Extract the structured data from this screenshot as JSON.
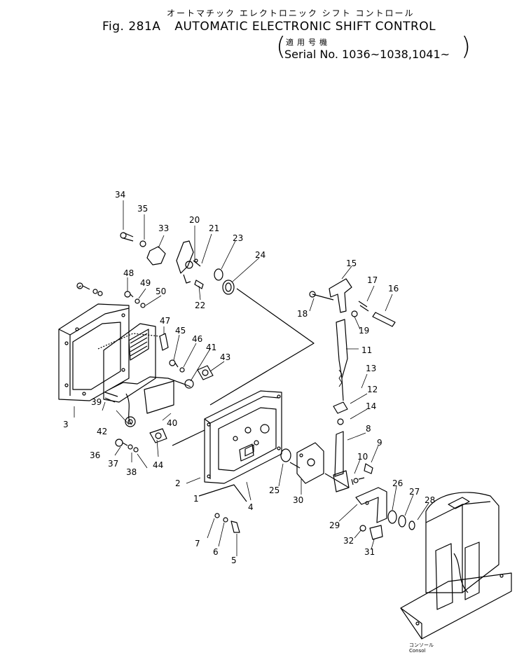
{
  "header": {
    "title_jp": "オートマチック エレクトロニック シフト コントロール",
    "fig_number": "Fig. 281A",
    "title_en": "AUTOMATIC ELECTRONIC SHIFT CONTROL",
    "serial_jp": "適用号機",
    "serial": "Serial No. 1036~1038,1041~"
  },
  "console_label_jp": "コンソール",
  "console_label": "Consol",
  "callouts": [
    "1",
    "2",
    "3",
    "4",
    "5",
    "6",
    "7",
    "8",
    "9",
    "10",
    "11",
    "12",
    "13",
    "14",
    "15",
    "16",
    "17",
    "18",
    "19",
    "20",
    "21",
    "22",
    "23",
    "24",
    "25",
    "26",
    "27",
    "28",
    "29",
    "30",
    "31",
    "32",
    "33",
    "34",
    "35",
    "36",
    "37",
    "38",
    "39",
    "40",
    "41",
    "42",
    "43",
    "44",
    "45",
    "46",
    "47",
    "48",
    "49",
    "50"
  ]
}
